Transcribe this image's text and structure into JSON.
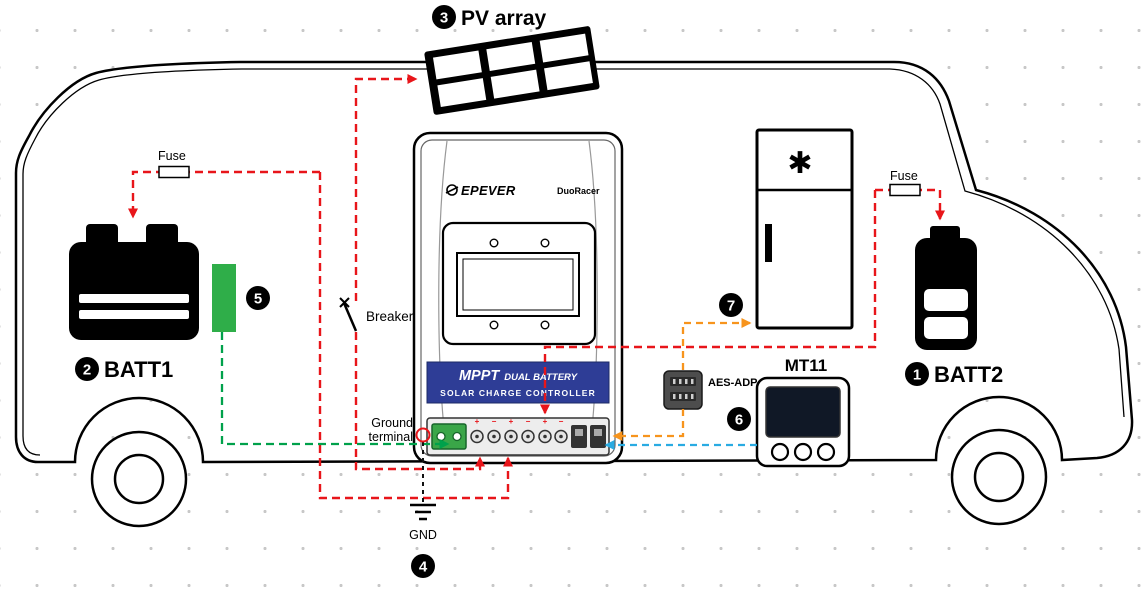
{
  "markers": {
    "batt2": "1",
    "batt1": "2",
    "pv_array": "3",
    "ground": "4",
    "relay": "5",
    "monitor": "6",
    "fridge": "7"
  },
  "labels": {
    "pv_array": "PV array",
    "batt1": "BATT1",
    "batt2": "BATT2",
    "fuse_left": "Fuse",
    "fuse_right": "Fuse",
    "breaker": "Breaker",
    "ground_line1": "Ground",
    "ground_line2": "terminal",
    "gnd": "GND",
    "monitor": "MT11",
    "adapter": "AES-ADP"
  },
  "controller": {
    "brand": "EPEVER",
    "series": "DuoRacer",
    "band_title": "MPPT",
    "band_title_suffix": "DUAL BATTERY",
    "band_subtitle": "SOLAR CHARGE CONTROLLER",
    "terminal_marks": [
      "+",
      "−",
      "+",
      "−",
      "+",
      "−"
    ]
  },
  "fridge": {
    "snowflake": "✱"
  },
  "colors": {
    "wire_red": "#e8151a",
    "wire_green": "#00a14b",
    "wire_orange": "#f7941d",
    "wire_blue": "#29abe2",
    "relay_green": "#2fae49",
    "band_blue": "#2e3d96",
    "terminal_green": "#3aa648",
    "outline_black": "#000000"
  }
}
